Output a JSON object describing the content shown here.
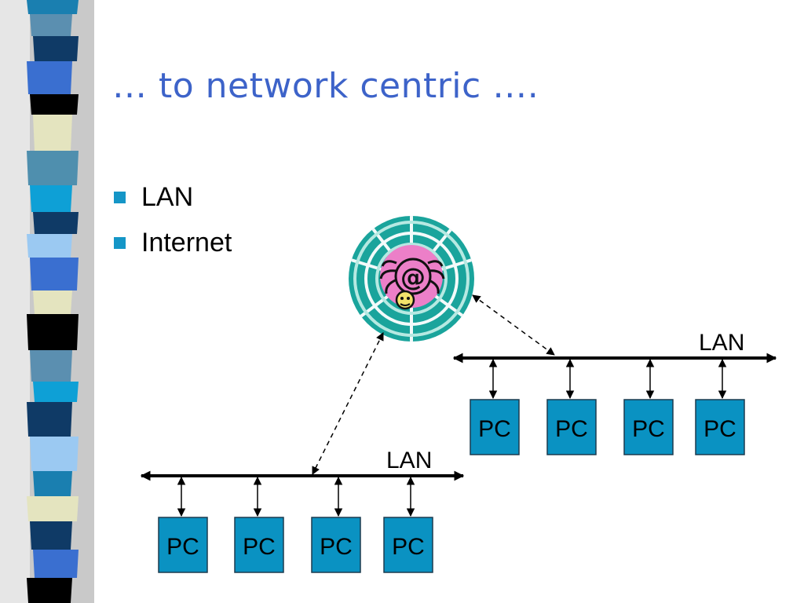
{
  "slide": {
    "title": "…  to network centric ….",
    "bullets": [
      "LAN",
      "Internet"
    ]
  },
  "diagram": {
    "lan_label": "LAN",
    "pc_label": "PC",
    "lans": [
      {
        "name": "LAN",
        "pcs": [
          "PC",
          "PC",
          "PC",
          "PC"
        ]
      },
      {
        "name": "LAN",
        "pcs": [
          "PC",
          "PC",
          "PC",
          "PC"
        ]
      }
    ],
    "internet_icon": "spider-web-at-icon"
  },
  "colors": {
    "title": "#3d63c9",
    "bullet": "#1596c7",
    "pc_fill": "#0a92c2",
    "web_teal": "#19a39a",
    "web_pink": "#ec7fc8"
  }
}
